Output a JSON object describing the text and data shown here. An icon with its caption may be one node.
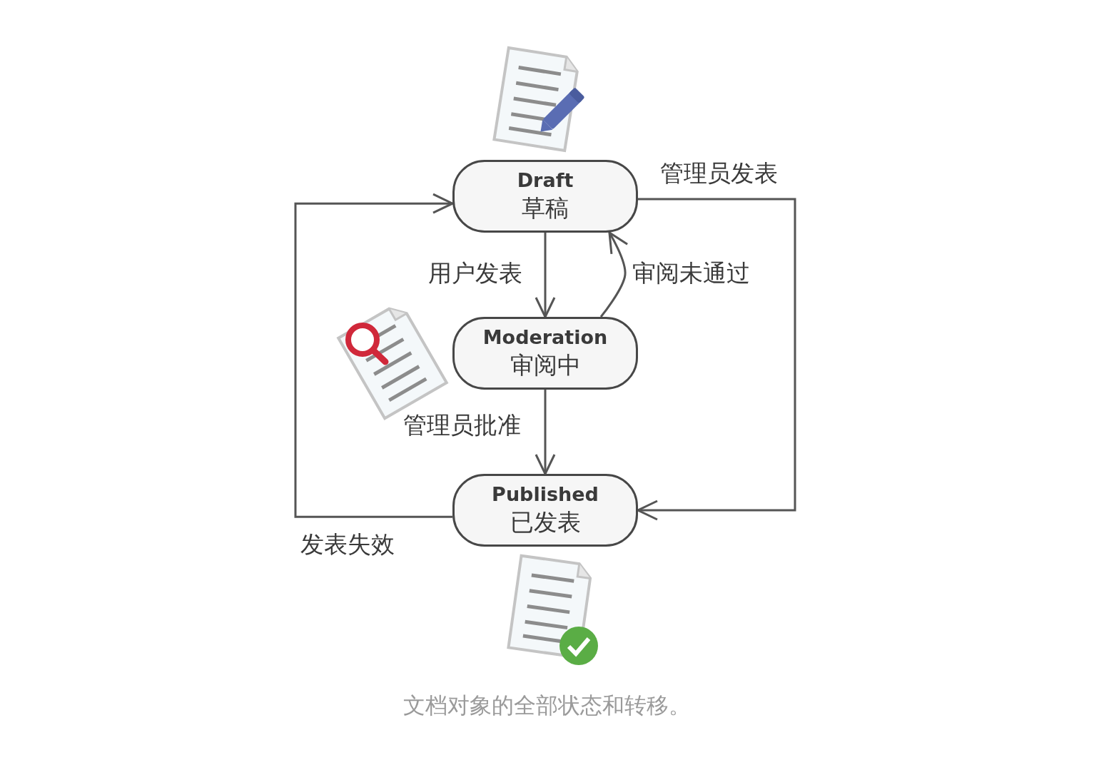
{
  "diagram": {
    "caption": "文档对象的全部状态和转移。",
    "nodes": [
      {
        "text": [
          "Draft",
          "草稿"
        ]
      },
      {
        "text": [
          "Moderation",
          "审阅中"
        ]
      },
      {
        "text": [
          "Published",
          "已发表"
        ]
      }
    ],
    "edges": [
      {
        "from": 0,
        "to": 1,
        "arrow": "to",
        "label": "用户发表"
      },
      {
        "from": 1,
        "to": 0,
        "arrow": "to",
        "label": "审阅未通过"
      },
      {
        "from": 1,
        "to": 2,
        "arrow": "to",
        "label": "管理员批准"
      },
      {
        "from": 0,
        "to": 2,
        "arrow": "to",
        "label": "管理员发表"
      },
      {
        "from": 2,
        "to": 0,
        "arrow": "to",
        "label": "发表失效"
      }
    ]
  }
}
